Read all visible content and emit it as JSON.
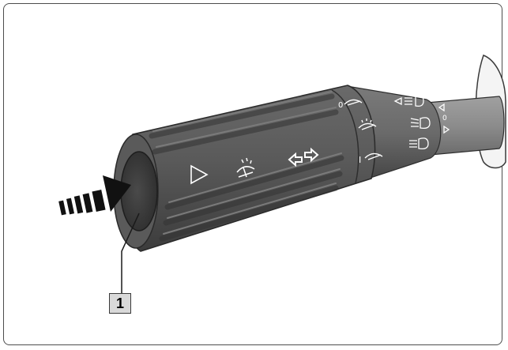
{
  "callout": {
    "label": "1"
  },
  "colors": {
    "stalk_body": "#5a5a5a",
    "stalk_dark": "#3e3e3e",
    "stalk_collar": "#6e6e6e",
    "shaft": "#8c8c8c",
    "symbols": "#ffffff",
    "arrow": "#111111",
    "callout_fill": "#d9d9d9",
    "frame": "#4d4d4d"
  },
  "symbols": {
    "wiper_positions": [
      "0",
      "I"
    ],
    "icons": [
      "triangle-play-icon",
      "wiper-washer-icon",
      "turn-signal-arrows-icon",
      "wiper-off-icon",
      "wiper-interval-icon",
      "wiper-continuous-icon",
      "parking-light-icon",
      "low-beam-icon",
      "high-beam-icon",
      "light-position-icon"
    ]
  }
}
